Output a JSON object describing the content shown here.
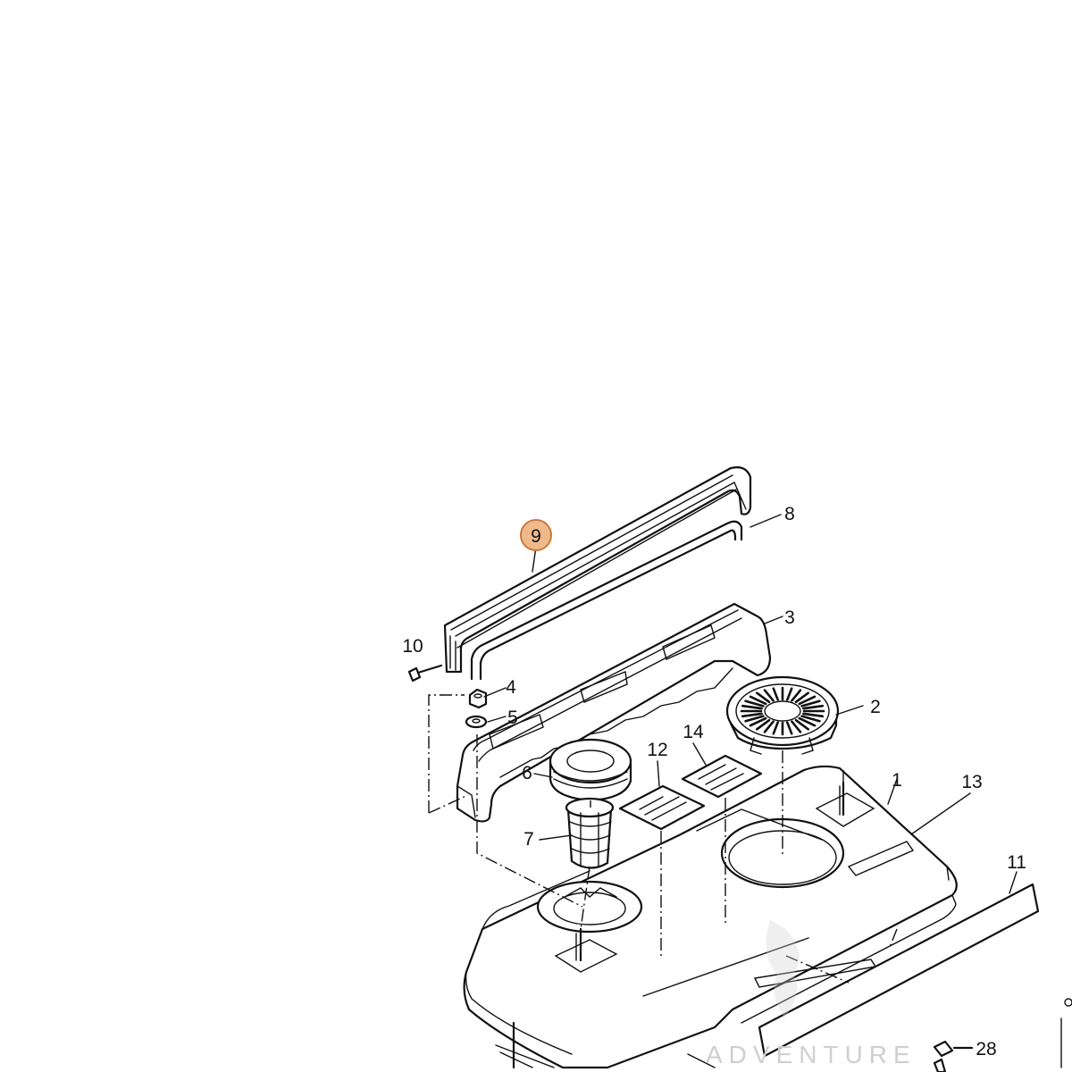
{
  "labels": {
    "p1": "1",
    "p2": "2",
    "p3": "3",
    "p4": "4",
    "p5": "5",
    "p6": "6",
    "p7": "7",
    "p8": "8",
    "p9": "9",
    "p10": "10",
    "p11": "11",
    "p12": "12",
    "p13": "13",
    "p14": "14",
    "p28": "28"
  },
  "highlighted_part": "9",
  "highlight_color": "#f0b98a",
  "watermark": "ADVENTURE"
}
